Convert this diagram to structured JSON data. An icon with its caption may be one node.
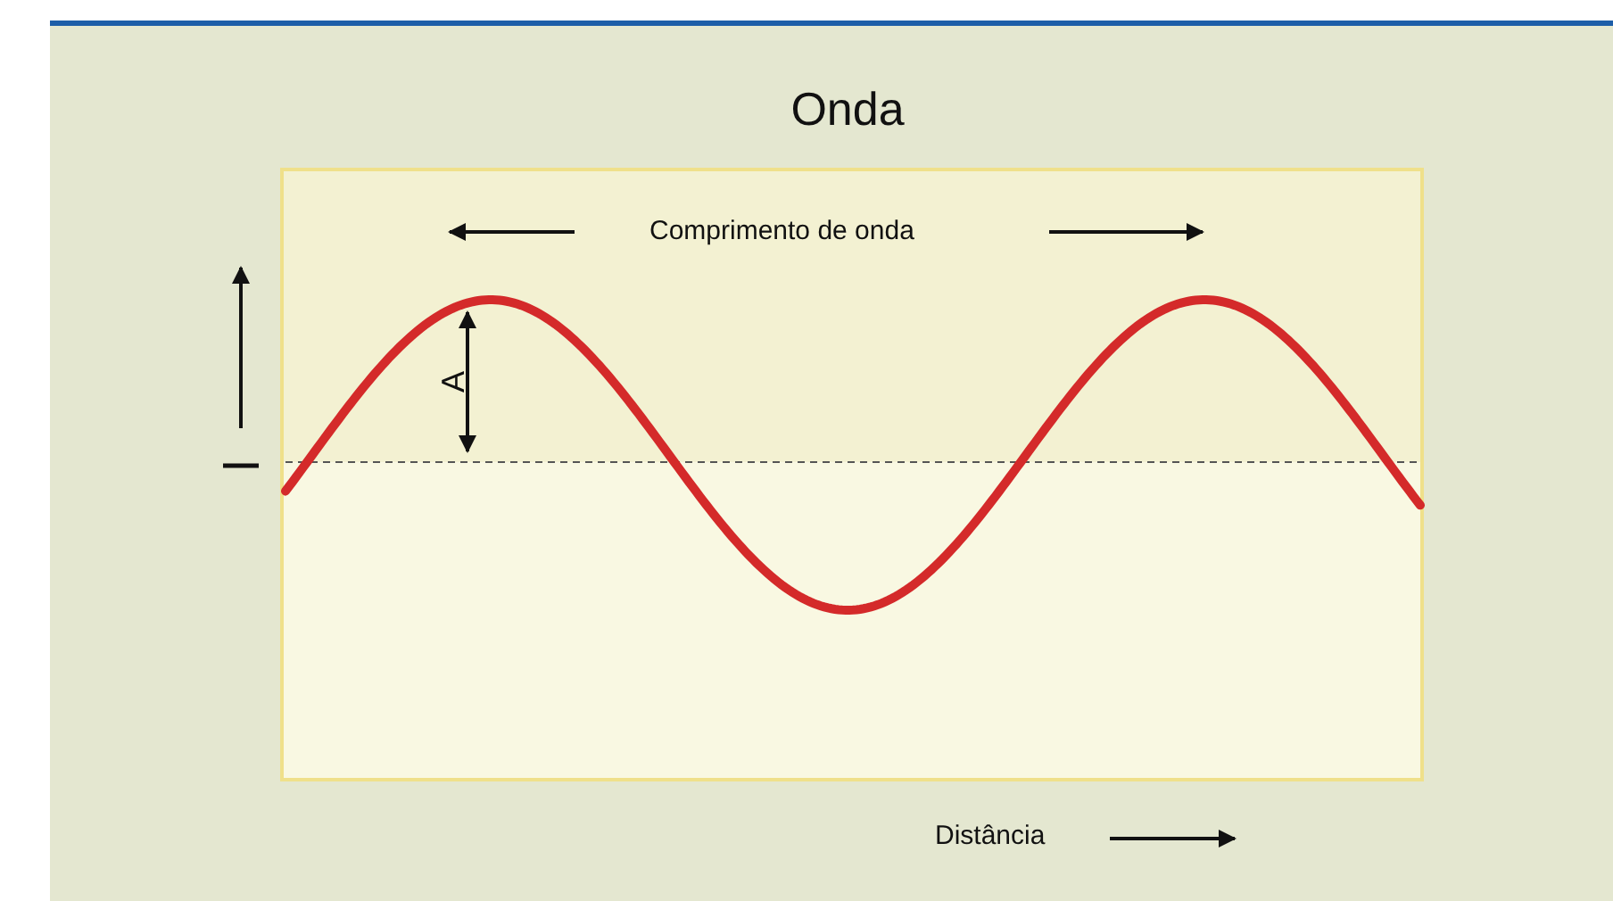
{
  "diagram": {
    "title": "Onda",
    "labels": [
      "Comprimento de onda",
      "A",
      "Distância"
    ]
  }
}
